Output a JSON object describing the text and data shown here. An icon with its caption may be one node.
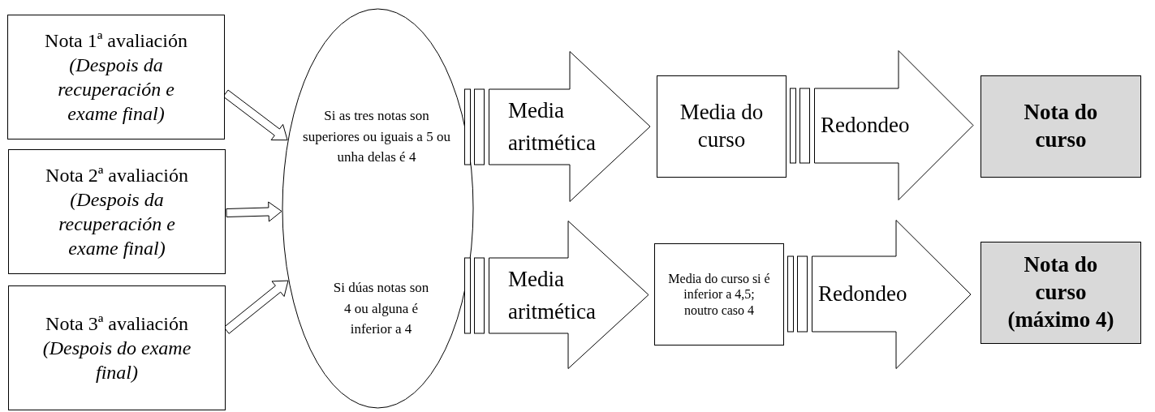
{
  "diagram": {
    "nodes": [
      {
        "text": [
          "Nota 1ª avaliación",
          "(Despois da recuperación e exame final)"
        ]
      },
      {
        "text": [
          "Nota 2ª avaliación",
          "(Despois da recuperación e exame final)"
        ]
      },
      {
        "text": [
          "Nota 3ª avaliación",
          "(Despois do exame final)"
        ]
      },
      {
        "text": [
          "Si as tres notas son superiores ou iguais a 5 ou unha delas é 4",
          "Si dúas notas son 4 ou alguna é inferior a 4"
        ]
      },
      {
        "text": [
          "Media aritmética"
        ]
      },
      {
        "text": [
          "Media do curso"
        ]
      },
      {
        "text": [
          "Redondeo"
        ]
      },
      {
        "text": [
          "Nota do curso"
        ]
      },
      {
        "text": [
          "Media aritmética"
        ]
      },
      {
        "text": [
          "Media do curso si é inferior a 4,5; noutro caso 4"
        ]
      },
      {
        "text": [
          "Redondeo"
        ]
      },
      {
        "text": [
          "Nota do curso (máximo 4)"
        ]
      }
    ],
    "edges": [
      {
        "from": 0,
        "to": 3,
        "arrow": "to"
      },
      {
        "from": 1,
        "to": 3,
        "arrow": "to"
      },
      {
        "from": 2,
        "to": 3,
        "arrow": "to"
      }
    ]
  }
}
